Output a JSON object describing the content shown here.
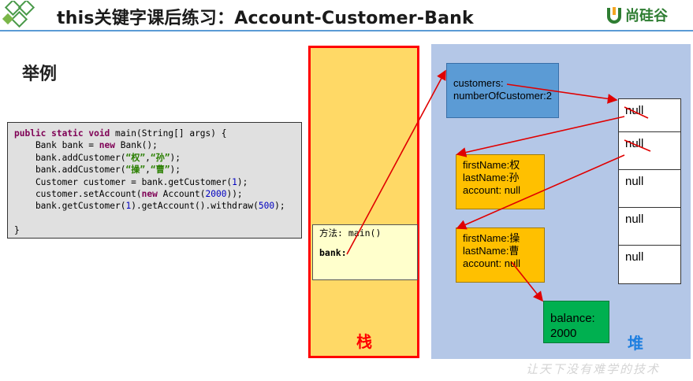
{
  "header": {
    "title": "this关键字课后练习：Account-Customer-Bank",
    "brand": "尚硅谷",
    "accent_color": "#5b9bd5"
  },
  "section_title": "举例",
  "code": {
    "lines": [
      "public static void main(String[] args) {",
      "    Bank bank = new Bank();",
      "    bank.addCustomer(“权”,“孙”);",
      "    bank.addCustomer(“操”,“曹”);",
      "    Customer customer = bank.getCustomer(1);",
      "    customer.setAccount(new Account(2000));",
      "    bank.getCustomer(1).getAccount().withdraw(500);",
      "",
      "}"
    ]
  },
  "stack": {
    "label": "栈",
    "frame": {
      "method": "方法: main()",
      "var": "bank:"
    }
  },
  "heap": {
    "label": "堆",
    "bank_object": {
      "field1": "customers:",
      "field2": "numberOfCustomer:2"
    },
    "customers": [
      {
        "first": "firstName:权",
        "last": "lastName:孙",
        "account": "account: null"
      },
      {
        "first": "firstName:操",
        "last": "lastName:曹",
        "account": "account: null"
      }
    ],
    "account_object": {
      "line1": "balance:",
      "line2": "2000"
    },
    "array_cells": [
      "null",
      "null",
      "null",
      "null",
      "null"
    ]
  },
  "watermark": "让天下没有难学的技术",
  "colors": {
    "stack_fill": "#ffd966",
    "stack_border": "#ff0000",
    "heap_fill": "#b4c7e7",
    "bank_fill": "#5b9bd5",
    "customer_fill": "#ffc000",
    "account_fill": "#00b050",
    "arrow": "#ff0000"
  },
  "icons": [
    "logo-diamond-icon",
    "brand-u-icon"
  ]
}
